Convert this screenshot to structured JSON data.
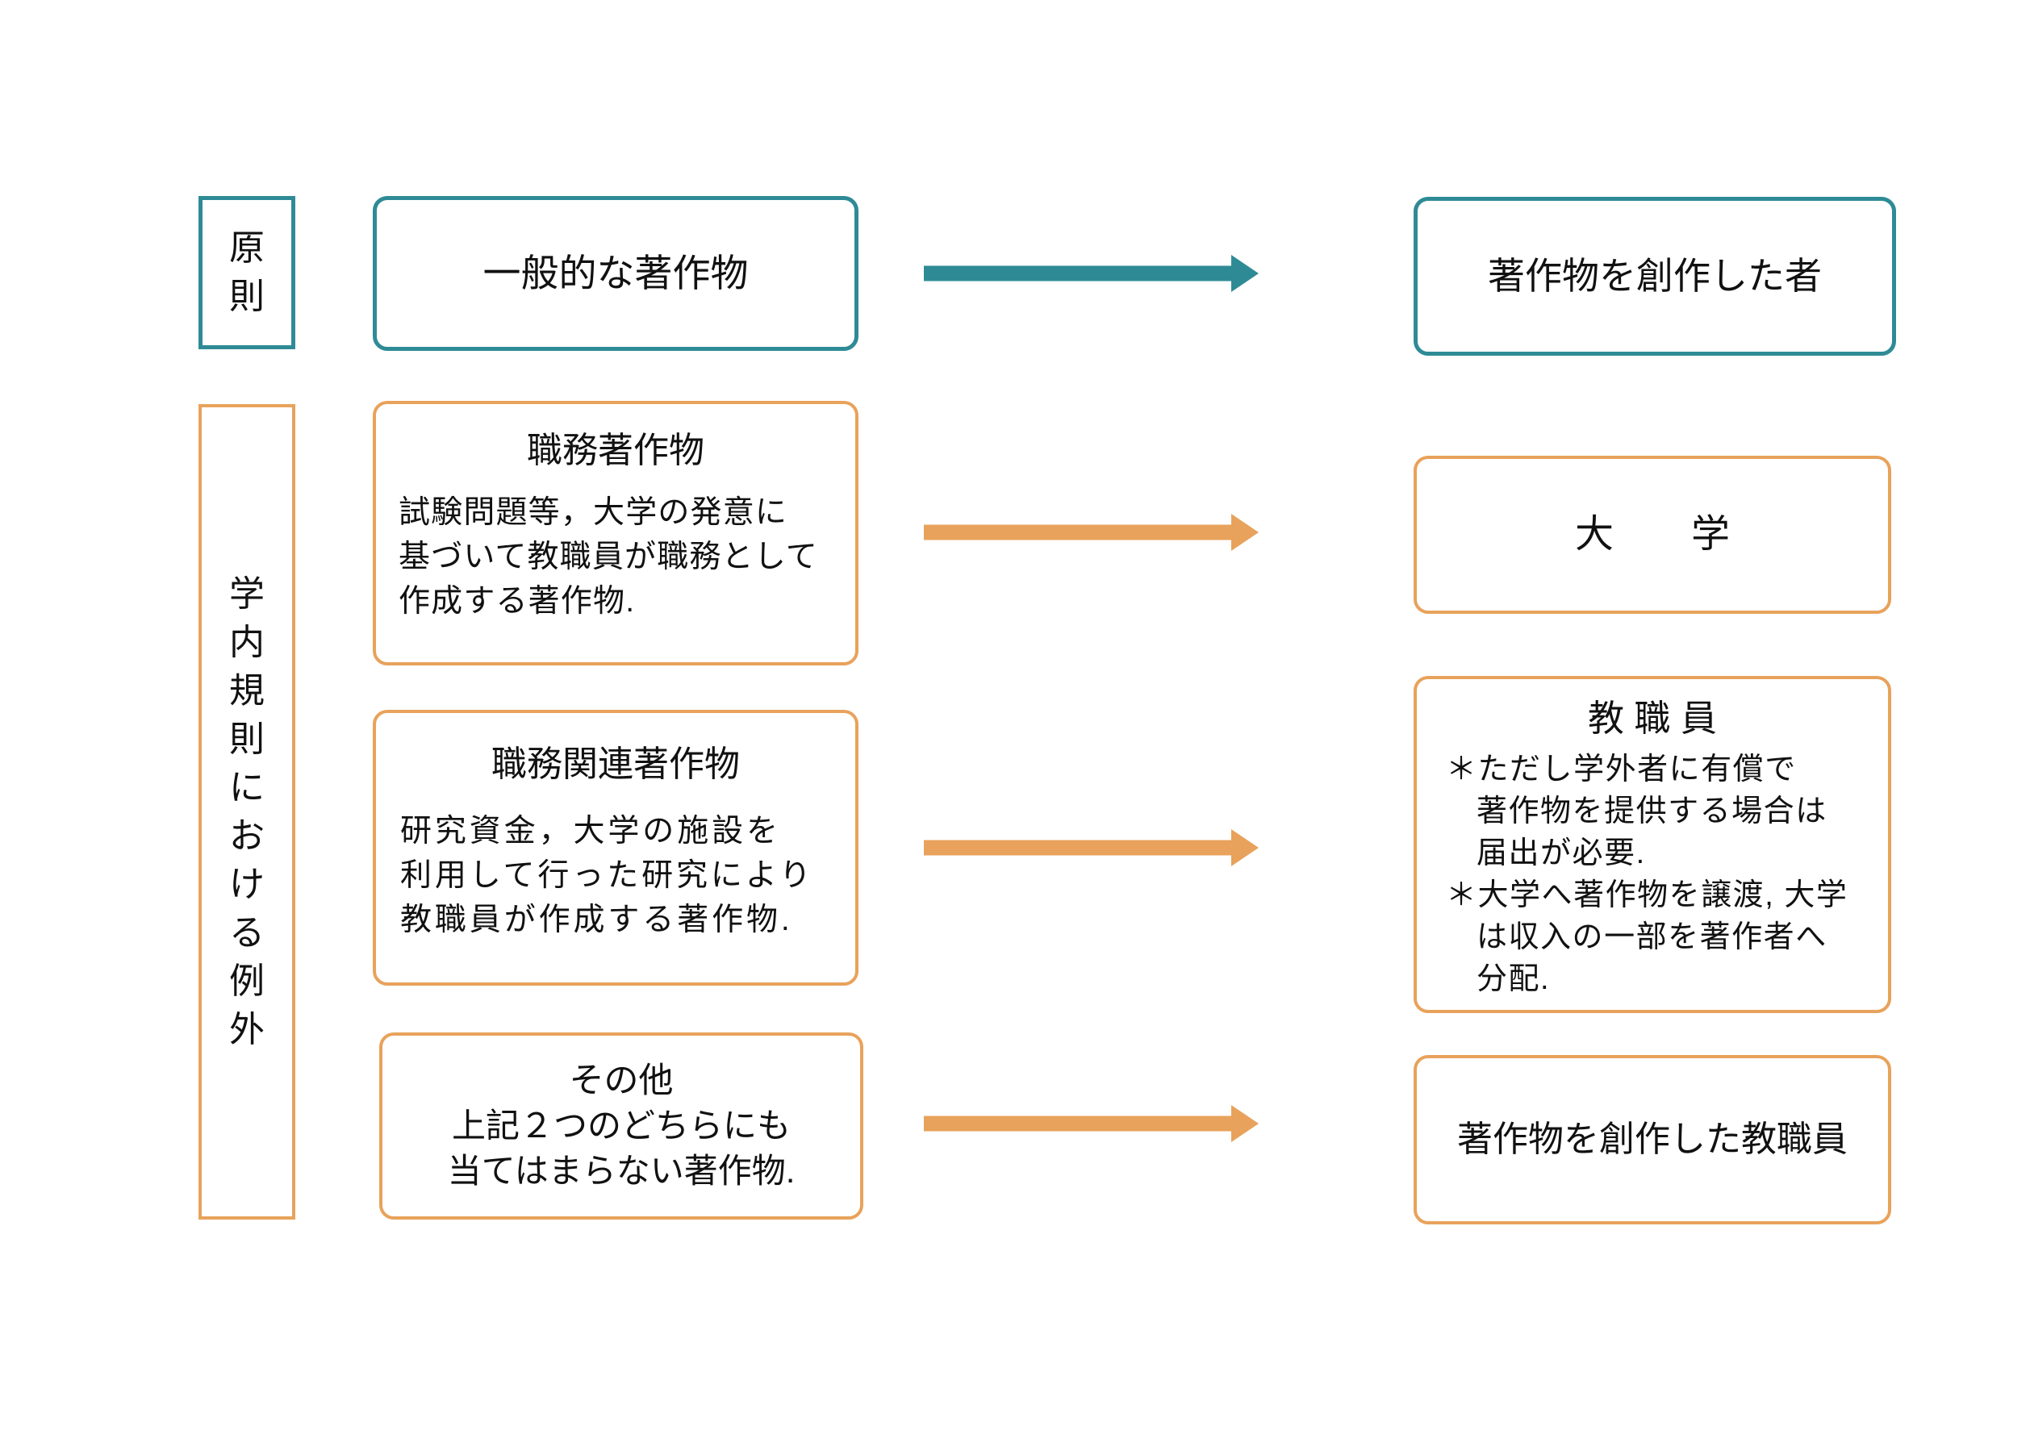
{
  "colors": {
    "teal": "#2E8B96",
    "orange": "#E8A25B",
    "text": "#111111",
    "background": "#FFFFFF"
  },
  "diagram": {
    "principle_row": {
      "label": "原則",
      "work_box": "一般的な著作物",
      "owner_box": "著作物を創作した者"
    },
    "exception_label": "学内規則における例外",
    "work_for_hire": {
      "title": "職務著作物",
      "body": "試験問題等，大学の発意に\n基づいて教職員が職務として\n作成する著作物."
    },
    "work_related": {
      "title": "職務関連著作物",
      "body": "研究資金，大学の施設を\n利用して行った研究により\n教職員が作成する著作物."
    },
    "other": {
      "title": "その他",
      "body": "上記２つのどちらにも\n当てはまらない著作物."
    },
    "university_box": "大　　学",
    "staff_box": {
      "title": "教 職 員",
      "note1": "＊ただし学外者に有償で\n著作物を提供する場合は\n届出が必要.",
      "note2": "＊大学へ著作物を譲渡, 大学\nは収入の一部を著作者へ\n分配."
    },
    "staff_creator_box": "著作物を創作した教職員"
  }
}
